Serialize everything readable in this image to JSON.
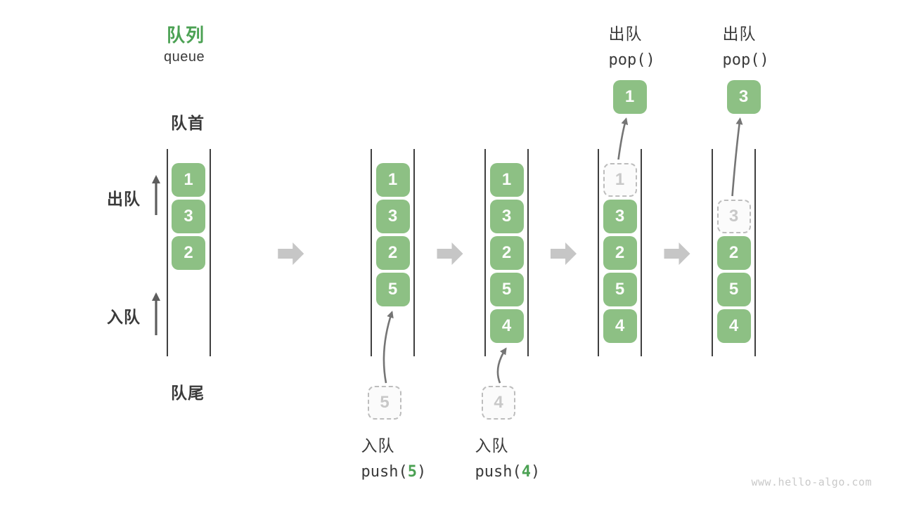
{
  "title": {
    "zh": "队列",
    "en": "queue"
  },
  "labels": {
    "front": "队首",
    "rear": "队尾",
    "dequeue_side": "出队",
    "enqueue_side": "入队"
  },
  "watermark": "www.hello-algo.com",
  "colors": {
    "accent_green": "#4ba153",
    "box_green": "#8dc084",
    "box_text": "#fcfdfb",
    "dashed_border": "#bdbdbd",
    "dashed_text": "#c8c8c8",
    "label_dark": "#3a3a3a",
    "block_arrow_gray": "#c6c6c6",
    "thin_arrow_gray": "#757575",
    "wall_dark": "#3f3f3f",
    "watermark_gray": "#c9c9c9"
  },
  "chart_data": {
    "type": "table",
    "title": "队列 (queue) FIFO operations",
    "stages": [
      {
        "queue_top_to_bottom": [
          "1",
          "3",
          "2"
        ],
        "operation": null
      },
      {
        "queue_top_to_bottom": [
          "1",
          "3",
          "2",
          "5"
        ],
        "operation": "push(5)"
      },
      {
        "queue_top_to_bottom": [
          "1",
          "3",
          "2",
          "5",
          "4"
        ],
        "operation": "push(4)"
      },
      {
        "queue_top_to_bottom": [
          "3",
          "2",
          "5",
          "4"
        ],
        "operation": "pop() -> 1"
      },
      {
        "queue_top_to_bottom": [
          "2",
          "5",
          "4"
        ],
        "operation": "pop() -> 3"
      }
    ]
  },
  "stages": [
    {
      "name": "initial",
      "slots": [
        {
          "row": 0,
          "value": "1",
          "dashed": false
        },
        {
          "row": 1,
          "value": "3",
          "dashed": false
        },
        {
          "row": 2,
          "value": "2",
          "dashed": false
        }
      ],
      "op": null
    },
    {
      "name": "push-5",
      "slots": [
        {
          "row": 0,
          "value": "1",
          "dashed": false
        },
        {
          "row": 1,
          "value": "3",
          "dashed": false
        },
        {
          "row": 2,
          "value": "2",
          "dashed": false
        },
        {
          "row": 3,
          "value": "5",
          "dashed": false
        }
      ],
      "op": {
        "type": "enqueue",
        "label": "入队",
        "code_pre": "push(",
        "arg": "5",
        "code_post": ")",
        "ghost": "5"
      }
    },
    {
      "name": "push-4",
      "slots": [
        {
          "row": 0,
          "value": "1",
          "dashed": false
        },
        {
          "row": 1,
          "value": "3",
          "dashed": false
        },
        {
          "row": 2,
          "value": "2",
          "dashed": false
        },
        {
          "row": 3,
          "value": "5",
          "dashed": false
        },
        {
          "row": 4,
          "value": "4",
          "dashed": false
        }
      ],
      "op": {
        "type": "enqueue",
        "label": "入队",
        "code_pre": "push(",
        "arg": "4",
        "code_post": ")",
        "ghost": "4"
      }
    },
    {
      "name": "pop-1",
      "slots": [
        {
          "row": 0,
          "value": "1",
          "dashed": true
        },
        {
          "row": 1,
          "value": "3",
          "dashed": false
        },
        {
          "row": 2,
          "value": "2",
          "dashed": false
        },
        {
          "row": 3,
          "value": "5",
          "dashed": false
        },
        {
          "row": 4,
          "value": "4",
          "dashed": false
        }
      ],
      "op": {
        "type": "dequeue",
        "label": "出队",
        "code": "pop()",
        "popped": "1"
      }
    },
    {
      "name": "pop-3",
      "slots": [
        {
          "row": 1,
          "value": "3",
          "dashed": true
        },
        {
          "row": 2,
          "value": "2",
          "dashed": false
        },
        {
          "row": 3,
          "value": "5",
          "dashed": false
        },
        {
          "row": 4,
          "value": "4",
          "dashed": false
        }
      ],
      "op": {
        "type": "dequeue",
        "label": "出队",
        "code": "pop()",
        "popped": "3"
      }
    }
  ]
}
